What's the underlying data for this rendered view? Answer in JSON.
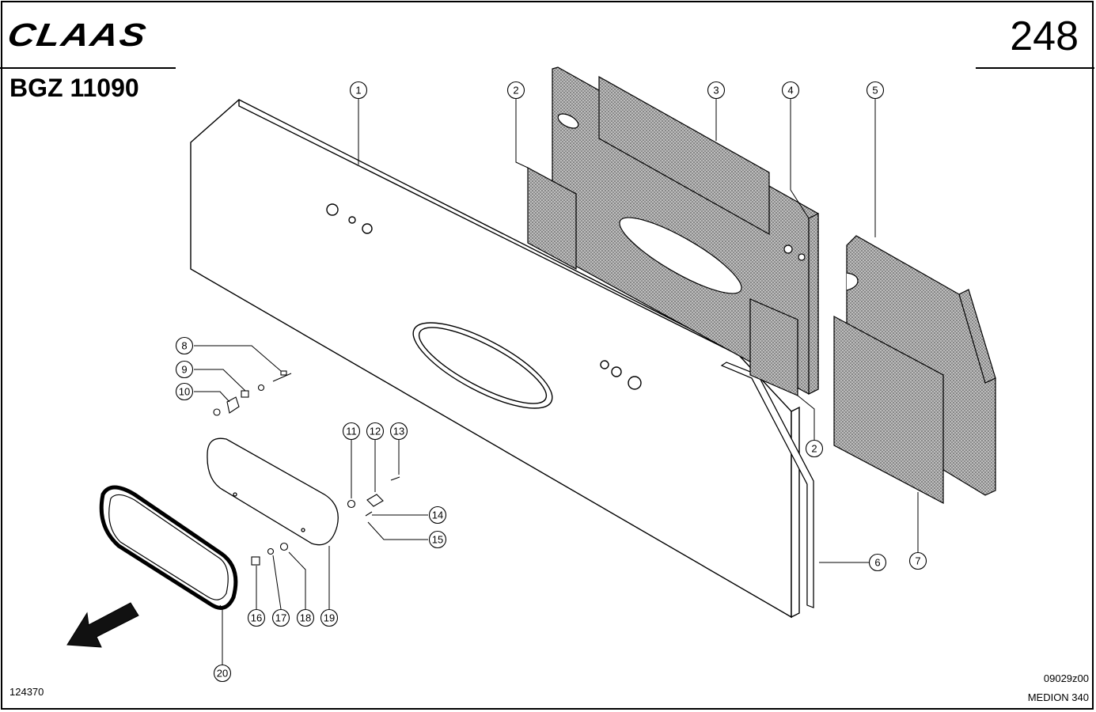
{
  "header": {
    "brand": "CLAAS",
    "page_number": "248",
    "group_code": "BGZ 11090"
  },
  "footer": {
    "reference_id": "124370",
    "drawing_code": "09029z00",
    "model": "MEDION 340"
  },
  "callouts": [
    {
      "id": "c1",
      "label": "1"
    },
    {
      "id": "c2a",
      "label": "2"
    },
    {
      "id": "c2b",
      "label": "2"
    },
    {
      "id": "c3",
      "label": "3"
    },
    {
      "id": "c4",
      "label": "4"
    },
    {
      "id": "c5",
      "label": "5"
    },
    {
      "id": "c6",
      "label": "6"
    },
    {
      "id": "c7",
      "label": "7"
    },
    {
      "id": "c8",
      "label": "8"
    },
    {
      "id": "c9",
      "label": "9"
    },
    {
      "id": "c10",
      "label": "10"
    },
    {
      "id": "c11",
      "label": "11"
    },
    {
      "id": "c12",
      "label": "12"
    },
    {
      "id": "c13",
      "label": "13"
    },
    {
      "id": "c14",
      "label": "14"
    },
    {
      "id": "c15",
      "label": "15"
    },
    {
      "id": "c16",
      "label": "16"
    },
    {
      "id": "c17",
      "label": "17"
    },
    {
      "id": "c18",
      "label": "18"
    },
    {
      "id": "c19",
      "label": "19"
    },
    {
      "id": "c20",
      "label": "20"
    }
  ],
  "colors": {
    "ink": "#000000",
    "insulation_fill": "#9a9a9a",
    "panel_fill": "#ffffff"
  }
}
